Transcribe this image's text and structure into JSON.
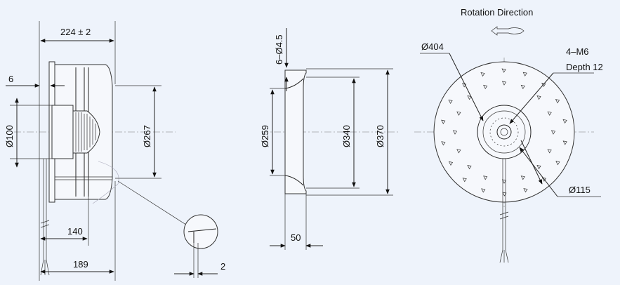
{
  "side_view": {
    "width_dim": "224 ± 2",
    "flange_dim": "6",
    "hub_dia": "Ø100",
    "inlet_dia": "Ø267",
    "dim_140": "140",
    "dim_189": "189",
    "detail_dim": "2"
  },
  "section_view": {
    "holes": "6–Ø4.5",
    "dia_259": "Ø259",
    "dia_340": "Ø340",
    "dia_370": "Ø370",
    "dim_50": "50"
  },
  "front_view": {
    "rotation_label": "Rotation  Direction",
    "outer_dia": "Ø404",
    "thread": "4–M6",
    "depth": "Depth 12",
    "hub_dia": "Ø115"
  }
}
